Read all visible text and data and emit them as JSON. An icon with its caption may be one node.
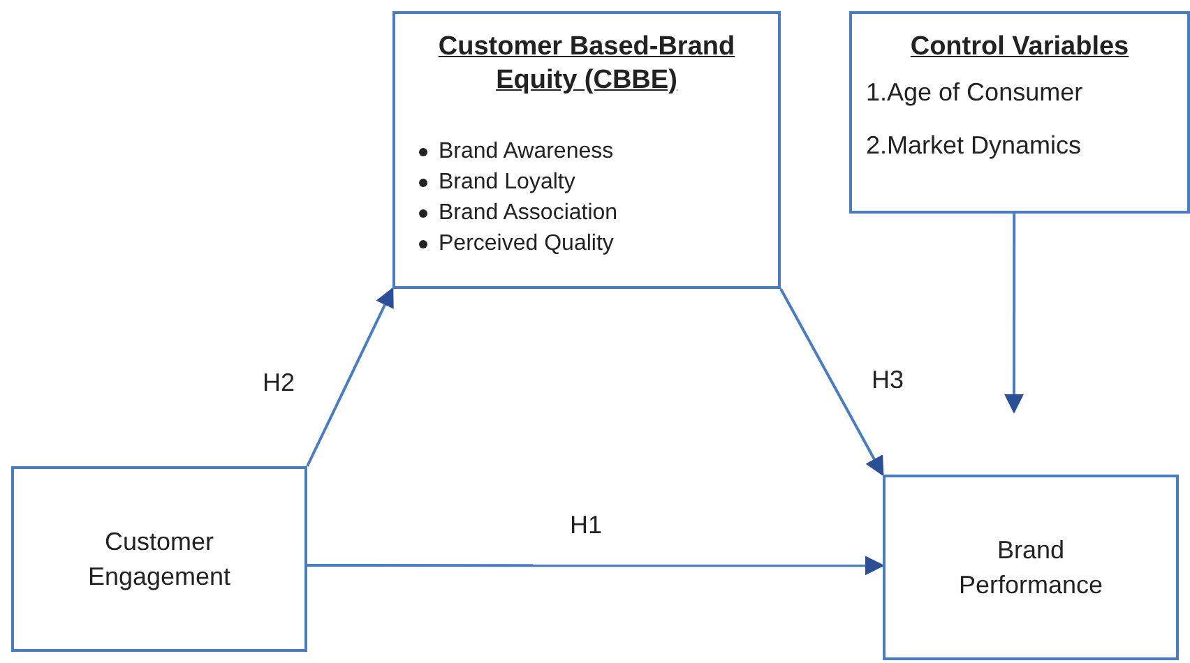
{
  "diagram": {
    "nodes": [
      {
        "text": [
          "Customer Based-Brand Equity (CBBE)",
          "Brand Awareness",
          "Brand Loyalty",
          "Brand Association",
          "Perceived Quality"
        ]
      },
      {
        "text": [
          "Control Variables",
          "1.Age of Consumer",
          "2.Market Dynamics"
        ]
      },
      {
        "text": [
          "Customer Engagement"
        ]
      },
      {
        "text": [
          "Brand Performance"
        ]
      }
    ],
    "edges": [
      {
        "from": 2,
        "to": 0,
        "arrow": "to",
        "label": "H2"
      },
      {
        "from": 0,
        "to": 3,
        "arrow": "to",
        "label": "H3"
      },
      {
        "from": 2,
        "to": 3,
        "arrow": "to",
        "label": "H1"
      },
      {
        "from": 1,
        "to": null,
        "arrow": "to"
      }
    ]
  }
}
